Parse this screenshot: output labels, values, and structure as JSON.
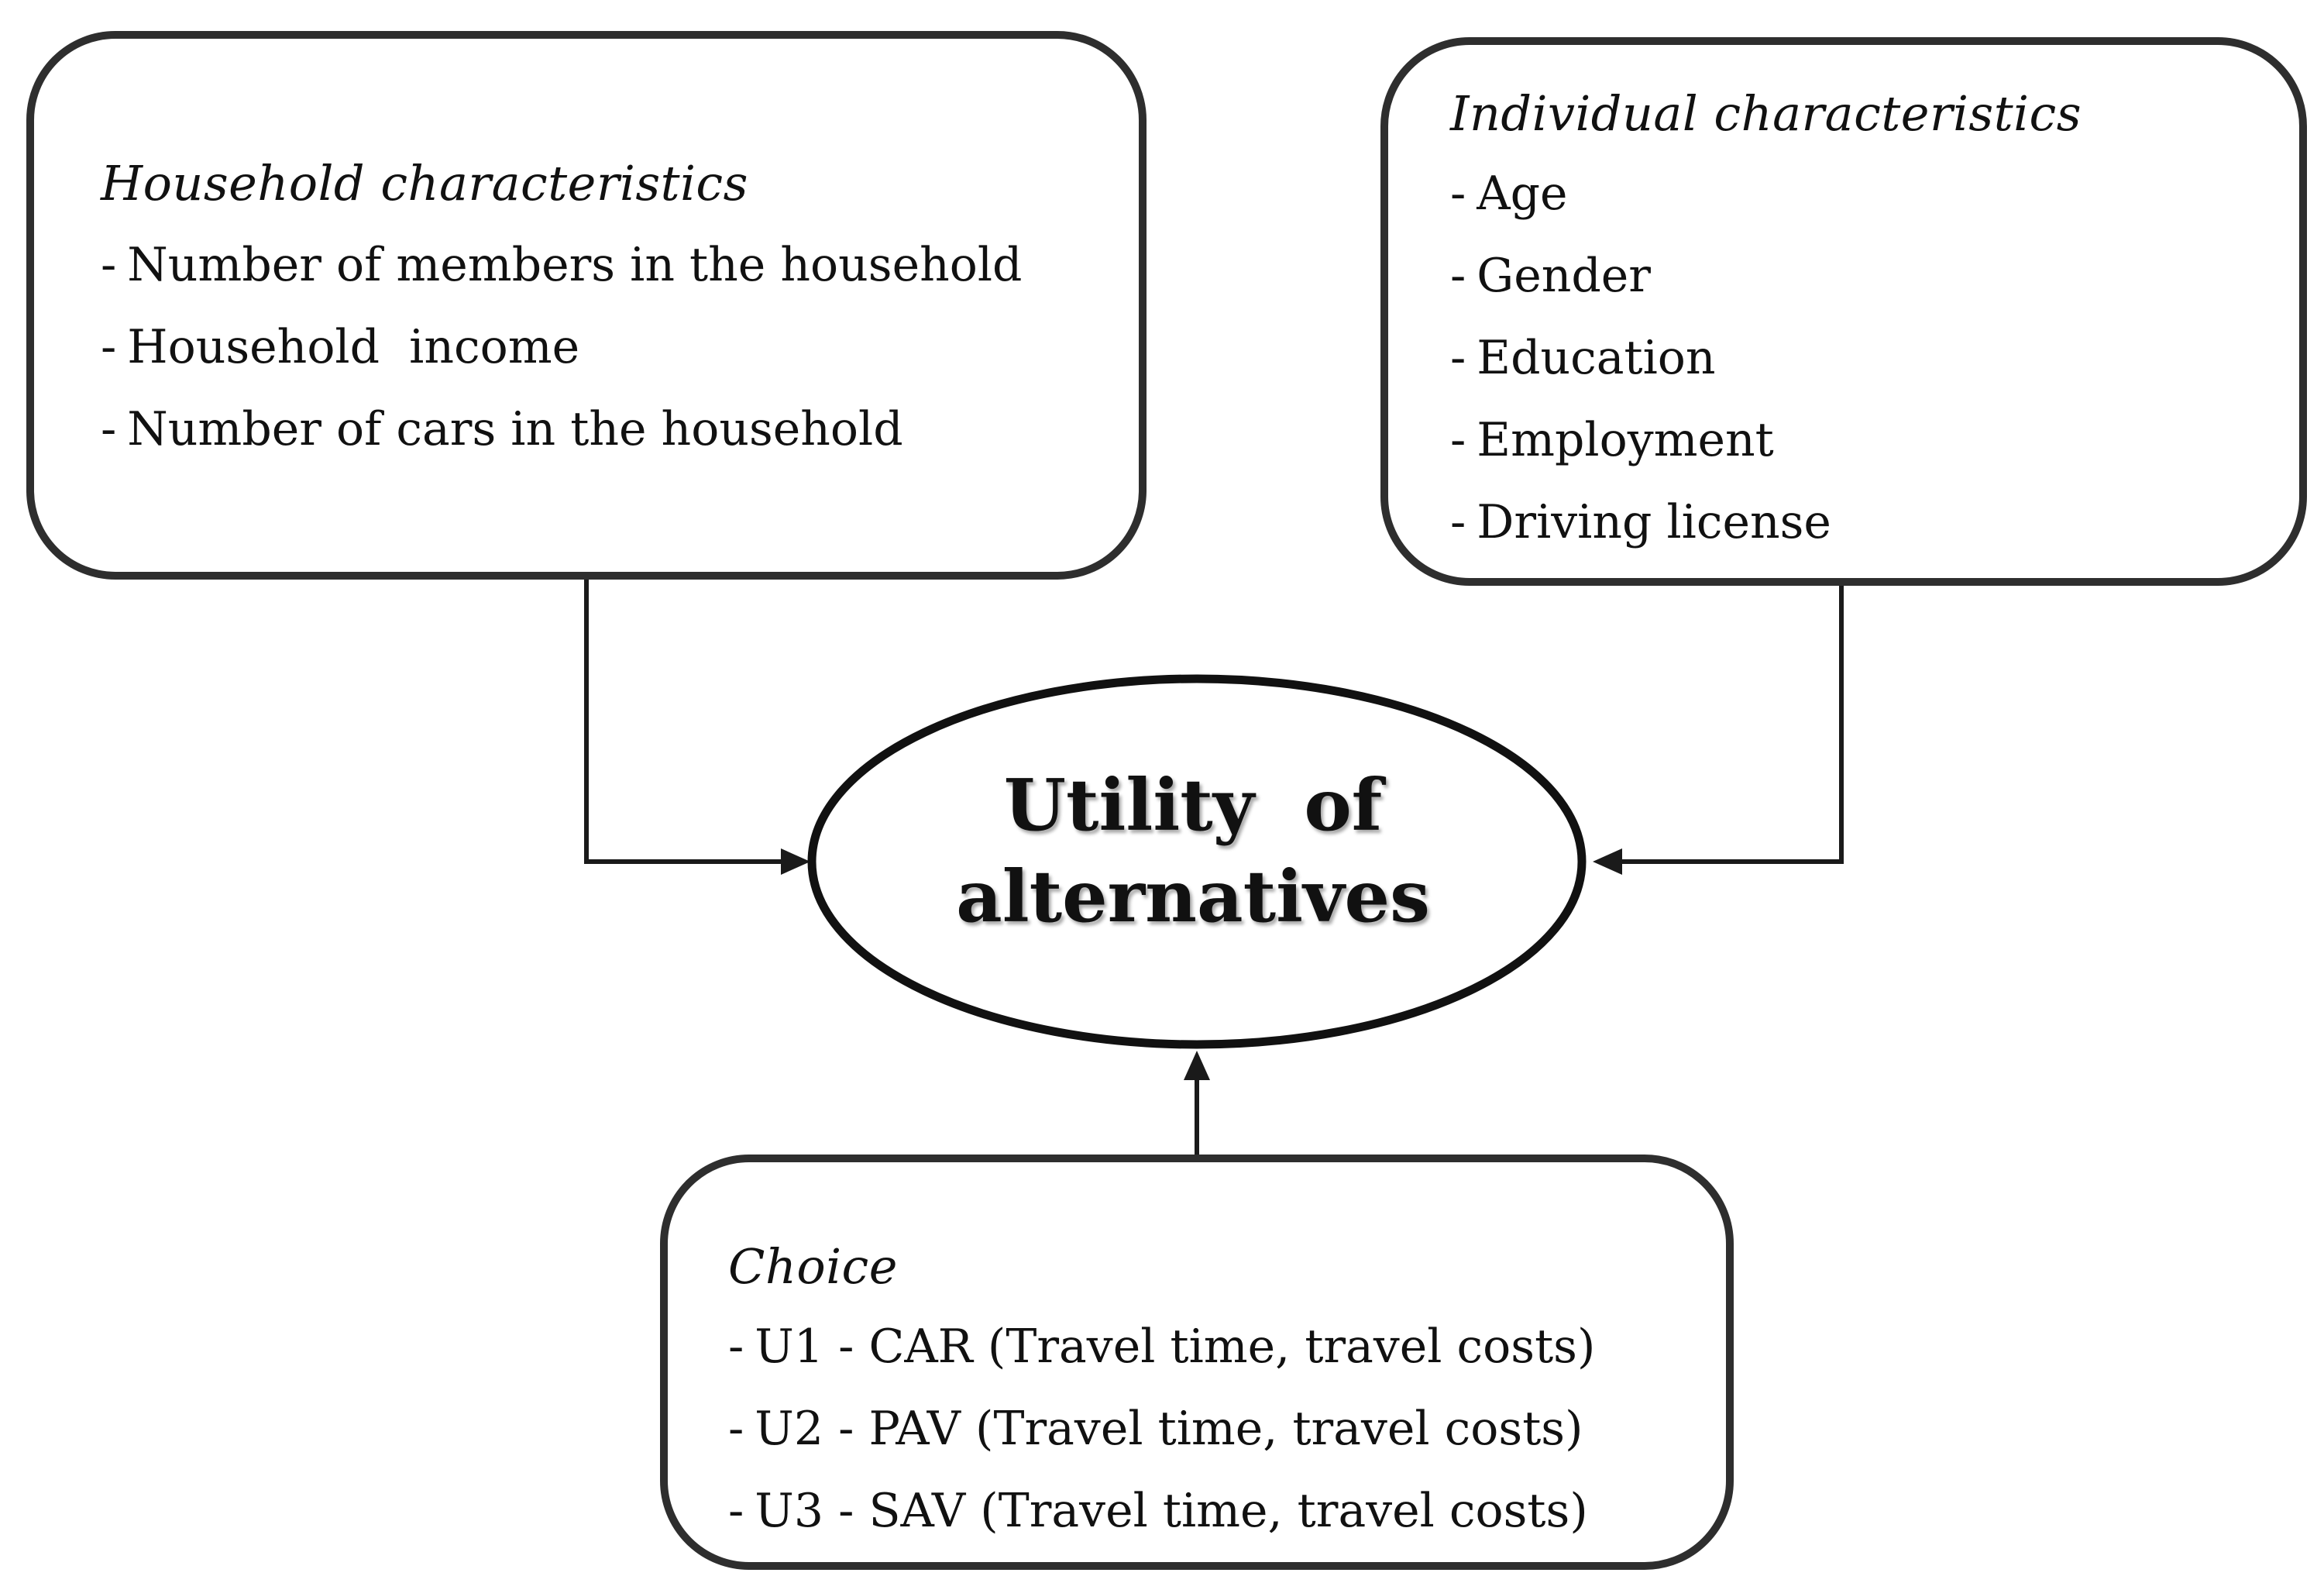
{
  "household": {
    "title": "Household characteristics",
    "items": [
      "Number of members in the household",
      "Household  income",
      "Number of cars in the household"
    ]
  },
  "individual": {
    "title": "Individual characteristics",
    "items": [
      "Age",
      "Gender",
      "Education",
      "Employment",
      "Driving license"
    ]
  },
  "utility": {
    "line1": "Utility  of",
    "line2": "alternatives"
  },
  "choice": {
    "title": "Choice",
    "items": [
      "U1 - CAR (Travel time, travel costs)",
      "U2 - PAV (Travel time, travel costs)",
      "U3 - SAV (Travel time, travel costs)"
    ]
  },
  "item_prefix": "-",
  "colors": {
    "stroke": "#2e2e2e",
    "text": "#111111",
    "background": "#ffffff"
  }
}
